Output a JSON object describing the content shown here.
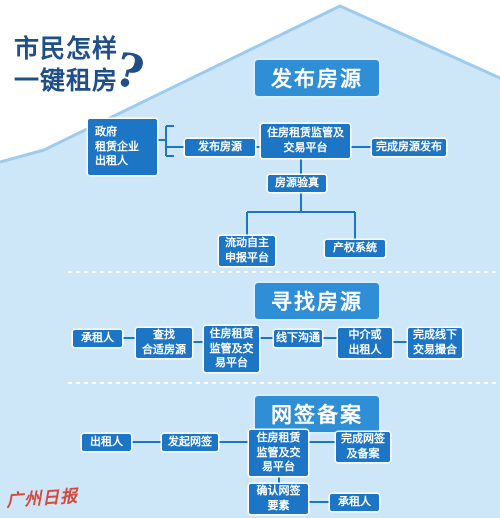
{
  "title": {
    "line1": "市民怎样",
    "line2": "一键租房",
    "mark": "?"
  },
  "sections": {
    "publish": {
      "heading": "发布房源",
      "lessors": "政府\n租赁企业\n出租人",
      "publish_listing": "发布房源",
      "platform": "住房租赁监管及\n交易平台",
      "complete_publish": "完成房源发布",
      "verify": "房源验真",
      "mobile_platform": "流动自主\n申报平台",
      "property_system": "产权系统"
    },
    "find": {
      "heading": "寻找房源",
      "tenant": "承租人",
      "search": "查找\n合适房源",
      "platform": "住房租赁\n监管及交\n易平台",
      "offline": "线下沟通",
      "agent": "中介或\n出租人",
      "complete_offline": "完成线下\n交易撮合"
    },
    "sign": {
      "heading": "网签备案",
      "landlord": "出租人",
      "initiate": "发起网签",
      "platform": "住房租赁\n监管及交\n易平台",
      "complete_sign": "完成网签\n及备案",
      "confirm": "确认网签\n要素",
      "tenant": "承租人"
    }
  },
  "brand": "广州日报",
  "colors": {
    "house_fill": "#cde6f8",
    "house_edge": "#9ccbee",
    "box": "#1d75c6",
    "section": "#2f8fd6",
    "line": "#1d75c6",
    "title": "#1f4f86"
  }
}
